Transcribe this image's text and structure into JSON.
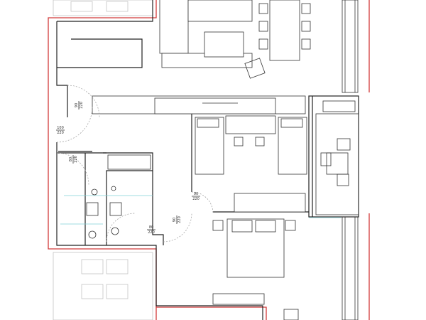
{
  "plan": {
    "door_labels": [
      {
        "width": "90",
        "height": "220"
      },
      {
        "width": "100",
        "height": "220"
      },
      {
        "width": "80",
        "height": "220"
      },
      {
        "width": "80",
        "height": "220"
      },
      {
        "width": "90",
        "height": "220"
      },
      {
        "width": "90",
        "height": "220"
      }
    ],
    "colors": {
      "boundary": "#d23a3a",
      "walls": "#222222",
      "glazing": "#7fd3d8"
    }
  }
}
